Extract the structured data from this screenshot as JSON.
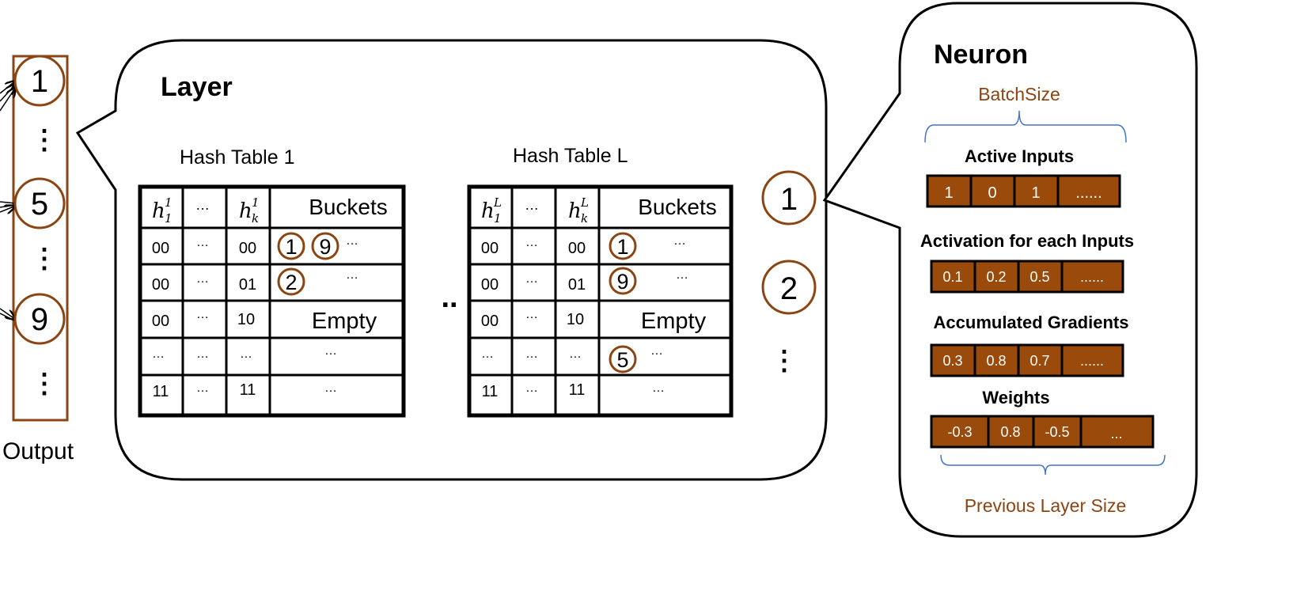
{
  "colors": {
    "brown": "#8B4513",
    "brown_fill": "#9A4A0A",
    "brace_blue": "#4472C4",
    "ink": "#000000"
  },
  "output": {
    "label": "Output",
    "nodes": [
      "1",
      "5",
      "9"
    ],
    "dots": [
      "⋮",
      "⋮",
      "⋮"
    ]
  },
  "layer": {
    "title": "Layer",
    "ellipsis": "..",
    "tables": [
      {
        "caption": "Hash Table 1",
        "header": {
          "h_first_base": "h",
          "h_first_sup": "1",
          "h_first_sub": "1",
          "mid": "…",
          "h_last_base": "h",
          "h_last_sup": "1",
          "h_last_sub": "k",
          "buckets": "Buckets"
        },
        "rows": [
          {
            "c1": "00",
            "c2": "…",
            "c3": "00",
            "bucket_nodes": [
              "1",
              "9"
            ],
            "bucket_text": "…"
          },
          {
            "c1": "00",
            "c2": "…",
            "c3": "01",
            "bucket_nodes": [
              "2"
            ],
            "bucket_text": "…"
          },
          {
            "c1": "00",
            "c2": "…",
            "c3": "10",
            "bucket_nodes": [],
            "bucket_text": "Empty"
          },
          {
            "c1": "…",
            "c2": "…",
            "c3": "…",
            "bucket_nodes": [],
            "bucket_text": "…"
          },
          {
            "c1": "11",
            "c2": "…",
            "c3": "11",
            "bucket_nodes": [],
            "bucket_text": "…"
          }
        ]
      },
      {
        "caption": "Hash Table L",
        "header": {
          "h_first_base": "h",
          "h_first_sup": "L",
          "h_first_sub": "1",
          "mid": "…",
          "h_last_base": "h",
          "h_last_sup": "L",
          "h_last_sub": "k",
          "buckets": "Buckets"
        },
        "rows": [
          {
            "c1": "00",
            "c2": "…",
            "c3": "00",
            "bucket_nodes": [
              "1"
            ],
            "bucket_text": "…"
          },
          {
            "c1": "00",
            "c2": "…",
            "c3": "01",
            "bucket_nodes": [
              "9"
            ],
            "bucket_text": "…"
          },
          {
            "c1": "00",
            "c2": "…",
            "c3": "10",
            "bucket_nodes": [],
            "bucket_text": "Empty"
          },
          {
            "c1": "…",
            "c2": "…",
            "c3": "…",
            "bucket_nodes": [
              "5"
            ],
            "bucket_text": "…"
          },
          {
            "c1": "11",
            "c2": "…",
            "c3": "11",
            "bucket_nodes": [],
            "bucket_text": "…"
          }
        ]
      }
    ],
    "neurons": [
      "1",
      "2"
    ],
    "neuron_dots": "⋮"
  },
  "neuron": {
    "title": "Neuron",
    "batch_label": "BatchSize",
    "prev_label": "Previous Layer Size",
    "active_inputs": {
      "label": "Active Inputs",
      "values": [
        "1",
        "0",
        "1",
        "......"
      ]
    },
    "activation": {
      "label": "Activation for each Inputs",
      "values": [
        "0.1",
        "0.2",
        "0.5",
        "......"
      ]
    },
    "gradients": {
      "label": "Accumulated Gradients",
      "values": [
        "0.3",
        "0.8",
        "0.7",
        "......"
      ]
    },
    "weights": {
      "label": "Weights",
      "values": [
        "-0.3",
        "0.8",
        "-0.5",
        "..."
      ]
    }
  }
}
